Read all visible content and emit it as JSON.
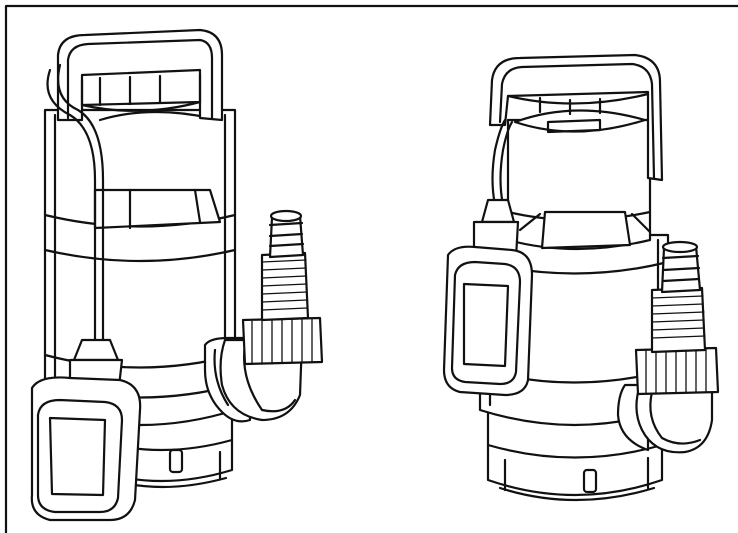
{
  "illustration": {
    "figures": [
      {
        "name": "submersible-pump-left",
        "parts": [
          "carry-handle",
          "motor-housing",
          "power-cable",
          "float-switch",
          "elbow-outlet",
          "threaded-hose-adapter",
          "base-foot"
        ]
      },
      {
        "name": "submersible-pump-right",
        "parts": [
          "carry-handle",
          "motor-housing",
          "power-cable",
          "float-switch",
          "elbow-outlet",
          "threaded-hose-adapter",
          "base-foot"
        ]
      }
    ],
    "line_color": "#111111",
    "background_color": "#ffffff"
  }
}
